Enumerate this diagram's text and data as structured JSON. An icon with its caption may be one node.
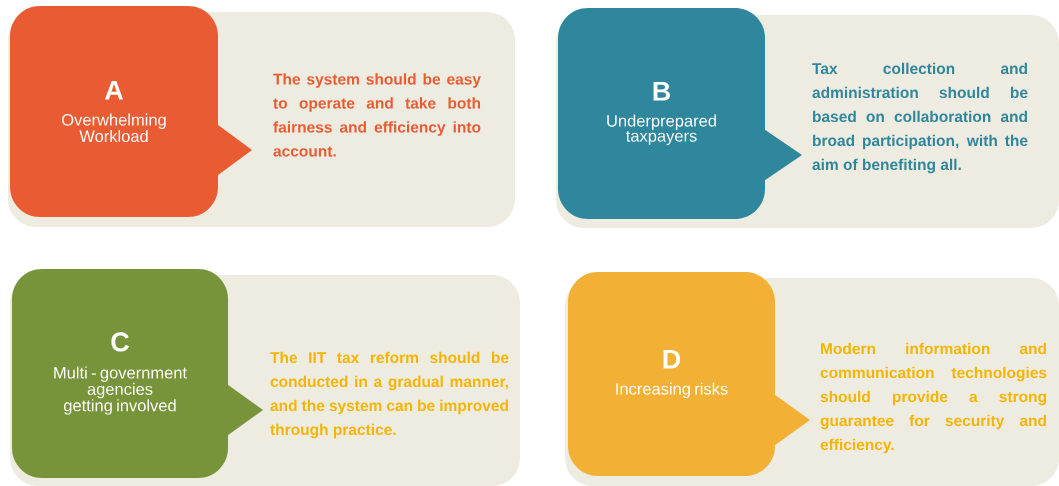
{
  "diagram": {
    "nodes": [
      {
        "text": [
          "The system should be easy to operate and take both fairness and efficiency into account."
        ]
      },
      {
        "text": [
          "A",
          "Overwhelming Workload"
        ],
        "in": 0
      },
      {
        "text": [
          "Tax collection and administration should be based on collaboration and broad participation, with the aim of benefiting all."
        ]
      },
      {
        "text": [
          "B",
          "Underprepared taxpayers"
        ],
        "in": 2
      },
      {
        "text": [
          "The IIT tax reform should be conducted in a gradual manner, and the system can be improved through practice."
        ]
      },
      {
        "text": [
          "C",
          "Multi - government agencies getting involved"
        ],
        "in": 4
      },
      {
        "text": [
          "Modern information and communication technologies should provide a strong guarantee for security and efficiency."
        ]
      },
      {
        "text": [
          "D",
          "Increasing risks"
        ],
        "in": 6
      }
    ]
  }
}
